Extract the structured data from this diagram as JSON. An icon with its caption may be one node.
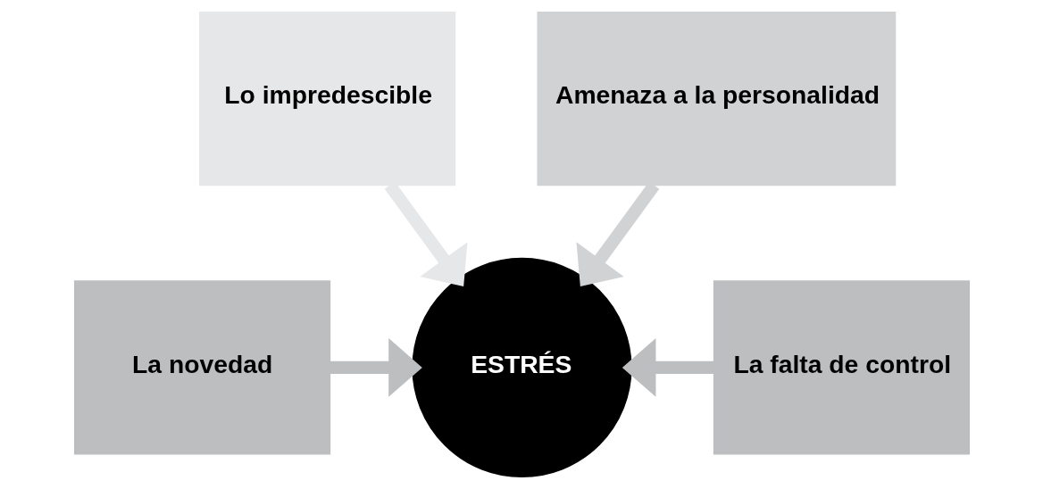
{
  "diagram": {
    "nodes": [
      {
        "text": [
          "Lo impredescible"
        ]
      },
      {
        "text": [
          "Amenaza a la personalidad"
        ]
      },
      {
        "text": [
          "La novedad"
        ]
      },
      {
        "text": [
          "ESTRÉS"
        ]
      },
      {
        "text": [
          "La falta de control"
        ]
      }
    ],
    "edges": [
      {
        "from": 0,
        "to": 3,
        "arrow": "to",
        "color": "#e6e7e8"
      },
      {
        "from": 1,
        "to": 3,
        "arrow": "to",
        "color": "#d1d2d4"
      },
      {
        "from": 2,
        "to": 3,
        "arrow": "to"
      },
      {
        "from": 4,
        "to": 3,
        "arrow": "to"
      }
    ]
  }
}
